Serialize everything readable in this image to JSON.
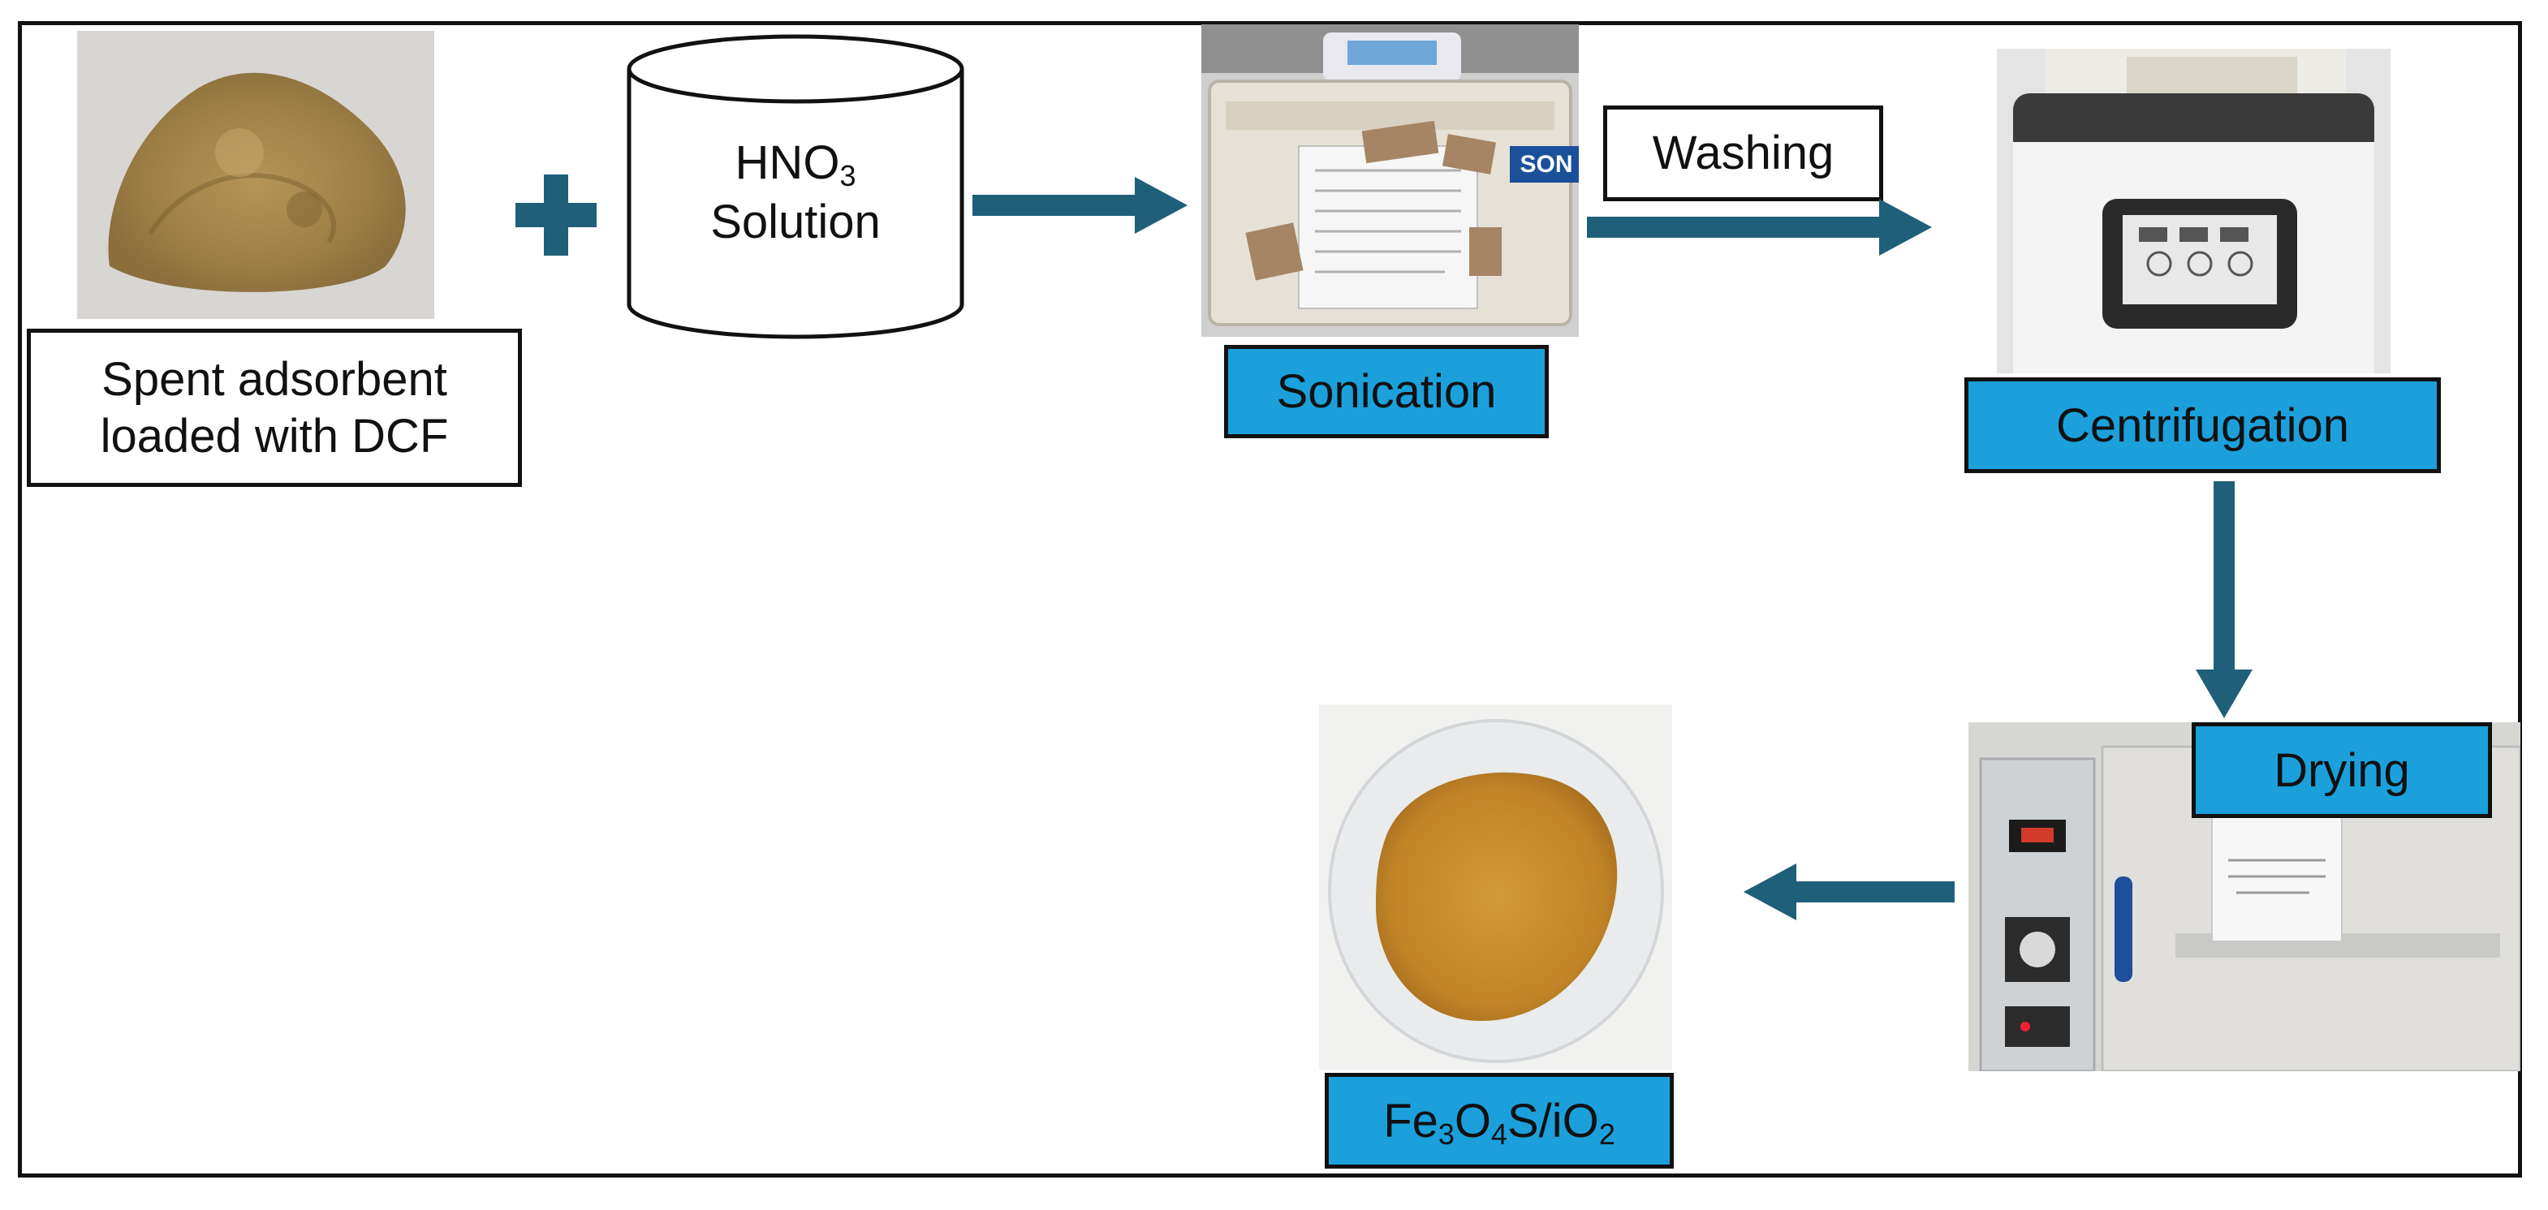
{
  "colors": {
    "arrow": "#1f5f7a",
    "label_fill": "#1ba0dc",
    "border": "#111111",
    "powder_raw": "#a88a4e",
    "powder_product": "#c98e2d"
  },
  "start": {
    "label_line1": "Spent adsorbent",
    "label_line2": "loaded with DCF"
  },
  "reagent": {
    "name_prefix": "HNO",
    "name_sub": "3",
    "line2": "Solution"
  },
  "steps": {
    "sonication": "Sonication",
    "washing": "Washing",
    "centrifugation": "Centrifugation",
    "drying": "Drying"
  },
  "product": {
    "p1": "Fe",
    "s1": "3",
    "p2": "O",
    "s2": "4",
    "p3": "S/iO",
    "s3": "2"
  },
  "photos": {
    "sonicator_brand_fragment": "SON"
  },
  "icons": [
    "plus-icon",
    "arrow-right-icon",
    "arrow-down-icon",
    "arrow-left-icon"
  ]
}
